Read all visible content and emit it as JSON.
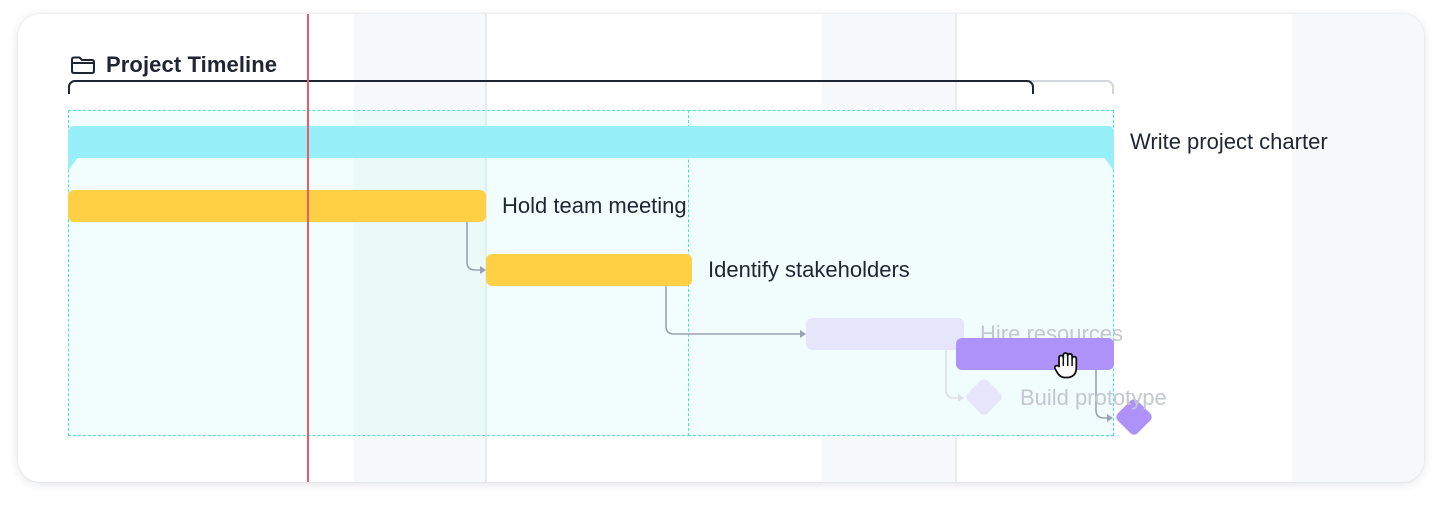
{
  "header": {
    "title": "Project Timeline",
    "icon": "folder-icon"
  },
  "tasks": [
    {
      "label": "Write project charter",
      "kind": "summary",
      "color": "#97eff9"
    },
    {
      "label": "Hold team meeting",
      "kind": "task",
      "color": "#ffd043"
    },
    {
      "label": "Identify stakeholders",
      "kind": "task",
      "color": "#ffd043"
    },
    {
      "label": "Hire resources",
      "kind": "task",
      "color": "#e5e6fb",
      "state": "ghost"
    },
    {
      "label": "",
      "kind": "task",
      "color": "#ae92fa",
      "state": "dragging"
    },
    {
      "label": "Build prototype",
      "kind": "milestone",
      "color": "#e5e6fb",
      "state": "ghost"
    },
    {
      "label": "",
      "kind": "milestone",
      "color": "#ae92fa",
      "state": "dragging"
    }
  ],
  "colors": {
    "today_line": "#ee5a6a",
    "selection": "#4fe0cf",
    "dependency": "#98a2b3",
    "text": "#1f2533"
  },
  "cursor": "grab-hand-icon"
}
